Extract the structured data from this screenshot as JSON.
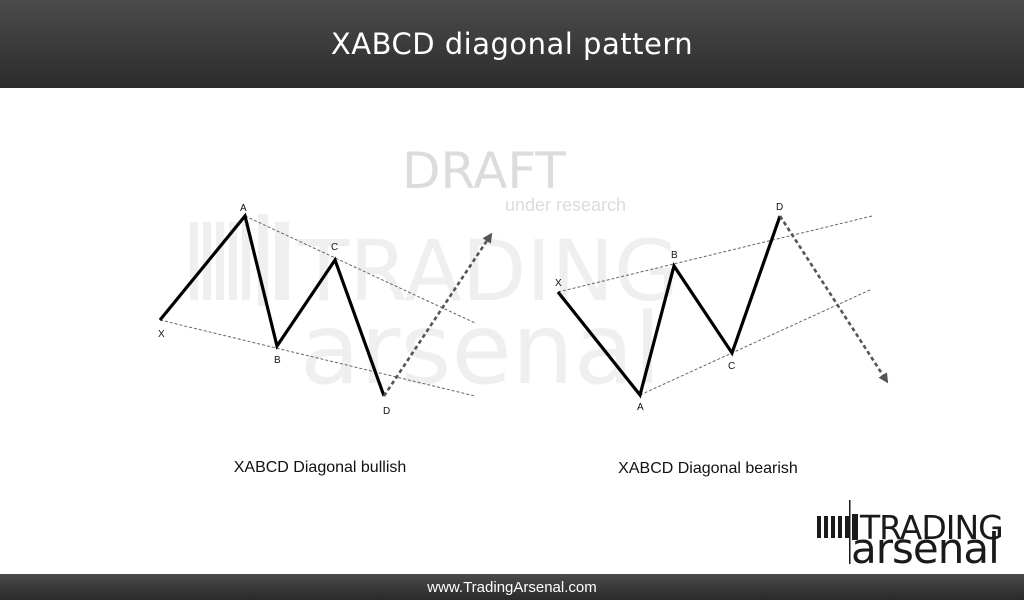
{
  "header": {
    "title": "XABCD diagonal pattern"
  },
  "footer": {
    "url": "www.TradingArsenal.com"
  },
  "watermark": {
    "draft": "DRAFT",
    "sub": "under research",
    "brand_top": "TRADING",
    "brand_bottom": "arsenal"
  },
  "diagrams": {
    "bullish": {
      "caption": "XABCD Diagonal bullish",
      "points": {
        "X": "X",
        "A": "A",
        "B": "B",
        "C": "C",
        "D": "D"
      },
      "projection": "up"
    },
    "bearish": {
      "caption": "XABCD Diagonal bearish",
      "points": {
        "X": "X",
        "A": "A",
        "B": "B",
        "C": "C",
        "D": "D"
      },
      "projection": "down"
    }
  },
  "logo": {
    "top": "TRADING",
    "bottom": "arsenal"
  },
  "colors": {
    "line": "#000000",
    "guide": "#666666",
    "arrow": "#555555",
    "header_bg": "#3a3a3a",
    "watermark": "#dcdcdc"
  }
}
